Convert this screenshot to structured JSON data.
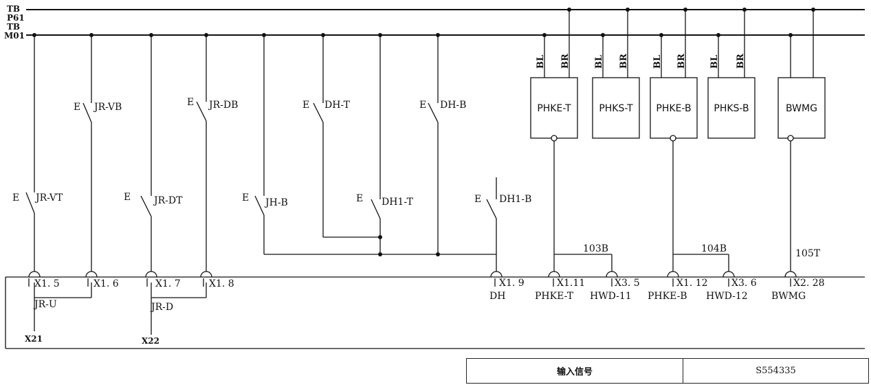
{
  "bus": {
    "tb_p61": [
      "TB",
      "P61"
    ],
    "tb_m01": [
      "TB",
      "M01"
    ]
  },
  "switches": [
    {
      "id": "jr-vb",
      "e": "E",
      "label": "JR-VB"
    },
    {
      "id": "jr-db",
      "e": "E",
      "label": "JR-DB"
    },
    {
      "id": "dh-t",
      "e": "E",
      "label": "DH-T"
    },
    {
      "id": "dh-b",
      "e": "E",
      "label": "DH-B"
    },
    {
      "id": "jr-vt",
      "e": "E",
      "label": "JR-VT"
    },
    {
      "id": "jr-dt",
      "e": "E",
      "label": "JR-DT"
    },
    {
      "id": "jh-b",
      "e": "E",
      "label": "JH-B"
    },
    {
      "id": "dh1-t",
      "e": "E",
      "label": "DH1-T"
    },
    {
      "id": "dh1-b",
      "e": "E",
      "label": "DH1-B"
    }
  ],
  "modules": [
    {
      "name": "PHKE-T",
      "pins": [
        "BL",
        "BR"
      ]
    },
    {
      "name": "PHKS-T",
      "pins": [
        "BL",
        "BR"
      ]
    },
    {
      "name": "PHKE-B",
      "pins": [
        "BL",
        "BR"
      ]
    },
    {
      "name": "PHKS-B",
      "pins": [
        "BL",
        "BR"
      ]
    },
    {
      "name": "BWMG",
      "pins": []
    }
  ],
  "terminals": [
    "X1. 5",
    "X1. 6",
    "X1. 7",
    "X1. 8",
    "X1. 9",
    "X1.11",
    "X3. 5",
    "X1. 12",
    "X3. 6",
    "X2. 28"
  ],
  "signal_names": [
    "DH",
    "PHKE-T",
    "HWD-11",
    "PHKE-B",
    "HWD-12",
    "BWMG"
  ],
  "wire_labels": [
    "103B",
    "104B",
    "105T"
  ],
  "group_labels": [
    "JR-U",
    "JR-D"
  ],
  "connectors": [
    "X21",
    "X22"
  ],
  "table": {
    "left": "输入信号",
    "right": "S554335"
  }
}
